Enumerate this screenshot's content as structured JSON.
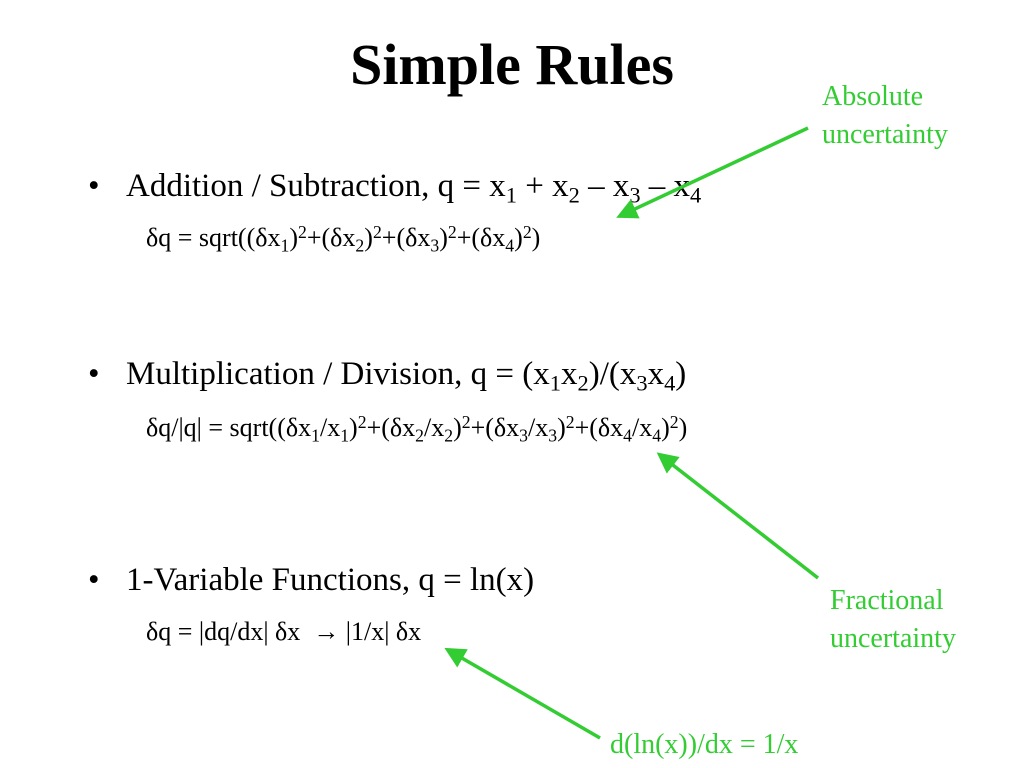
{
  "title": "Simple Rules",
  "bullet_symbol": "•",
  "rules": [
    {
      "label": "Addition / Subtraction, q = x",
      "s1": "1",
      "t1": " + x",
      "s2": "2",
      "t2": " – x",
      "s3": "3",
      "t3": " – x",
      "s4": "4",
      "formula": {
        "p0": "δq = sqrt((δx",
        "b1": "1",
        "p1": ")",
        "e1": "2",
        "p2": "+(δx",
        "b2": "2",
        "p3": ")",
        "e2": "2",
        "p4": "+(δx",
        "b3": "3",
        "p5": ")",
        "e3": "2",
        "p6": "+(δx",
        "b4": "4",
        "p7": ")",
        "e4": "2",
        "p8": ")"
      }
    },
    {
      "label": "Multiplication / Division, q = (x",
      "s1": "1",
      "t1": "x",
      "s2": "2",
      "t2": ")/(x",
      "s3": "3",
      "t3": "x",
      "s4": "4",
      "t4": ")",
      "formula": {
        "p0": "δq/|q| = sqrt((δx",
        "b1": "1",
        "p1": "/x",
        "c1": "1",
        "p1b": ")",
        "e1": "2",
        "p2": "+(δx",
        "b2": "2",
        "p3": "/x",
        "c2": "2",
        "p3b": ")",
        "e2": "2",
        "p4": "+(δx",
        "b3": "3",
        "p5": "/x",
        "c3": "3",
        "p5b": ")",
        "e3": "2",
        "p6": "+(δx",
        "b4": "4",
        "p7": "/x",
        "c4": "4",
        "p7b": ")",
        "e4": "2",
        "p8": ")"
      }
    },
    {
      "label": "1-Variable Functions, q = ln(x)",
      "formula": {
        "text": "δq = |dq/dx| δx  → |1/x| δx"
      }
    }
  ],
  "annotations": {
    "absolute": [
      "Absolute",
      "uncertainty"
    ],
    "fractional": [
      "Fractional",
      "uncertainty"
    ],
    "derivative": "d(ln(x))/dx = 1/x"
  },
  "colors": {
    "annotation": "#33cc33",
    "text": "#000000"
  }
}
